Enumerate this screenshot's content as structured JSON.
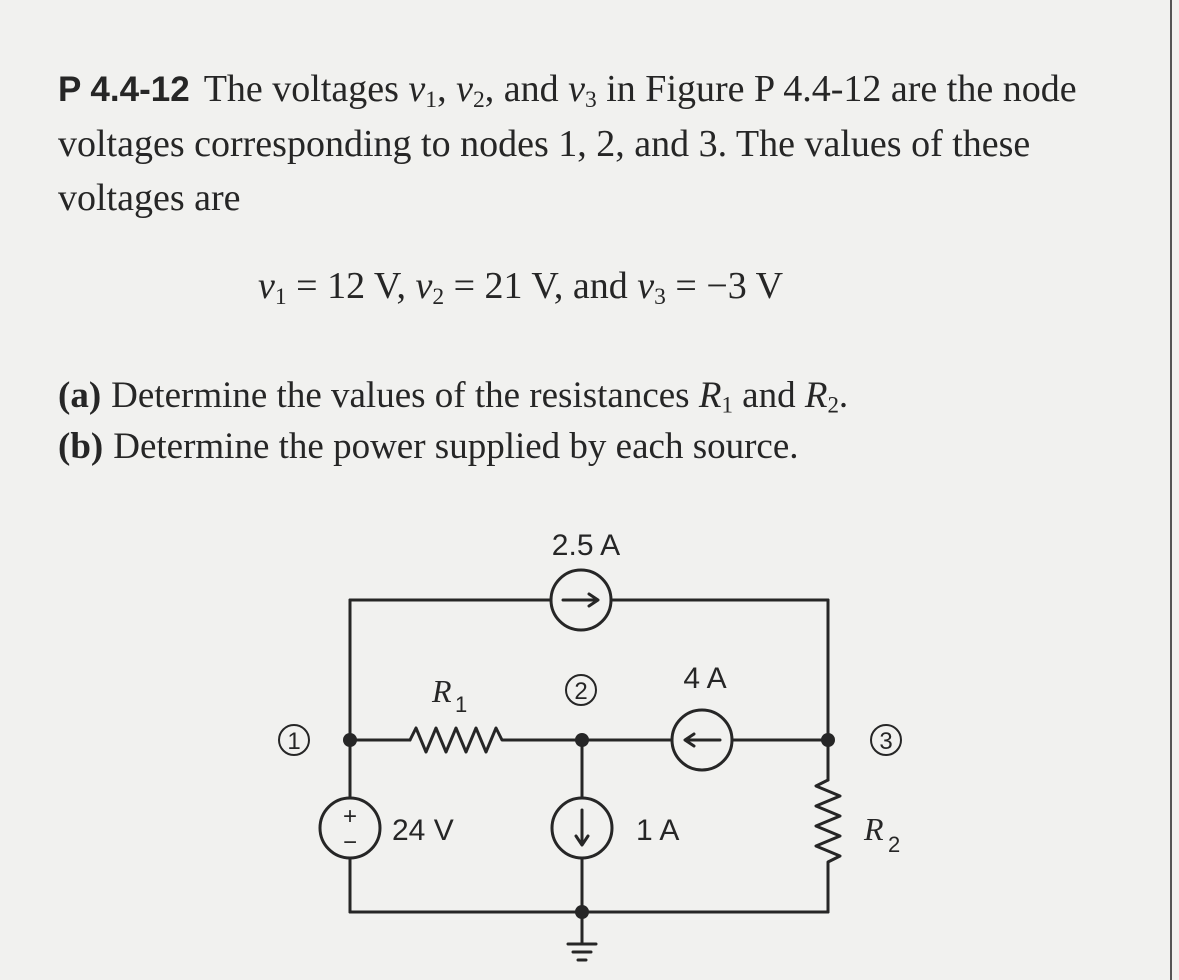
{
  "problem": {
    "id": "P 4.4-12",
    "intro_1": "The voltages ",
    "v1": "v",
    "v1_sub": "1",
    "sep_1": ", ",
    "v2": "v",
    "v2_sub": "2",
    "sep_2": ", and ",
    "v3": "v",
    "v3_sub": "3",
    "intro_2": " in Figure P 4.4-12 are the node voltages corresponding to nodes 1, 2, and 3. The values of these voltages are"
  },
  "equation": {
    "v1_sym": "v",
    "v1_sub": "1",
    "v1_rest": " = 12 V, ",
    "v2_sym": "v",
    "v2_sub": "2",
    "v2_rest": " = 21 V, and ",
    "v3_sym": "v",
    "v3_sub": "3",
    "v3_rest": " = −3 V"
  },
  "parts": {
    "a_label": "(a)",
    "a_text": "Determine the values of the resistances ",
    "a_r1": "R",
    "a_r1_sub": "1",
    "a_and": " and ",
    "a_r2": "R",
    "a_r2_sub": "2",
    "a_end": ".",
    "b_label": "(b)",
    "b_text": "Determine the power supplied by each source."
  },
  "circuit": {
    "top_source_label": "2.5 A",
    "mid_source_label": "4 A",
    "vs_label": "24 V",
    "down_source_label": "1 A",
    "r1_label": "R",
    "r1_sub": "1",
    "r2_label": "R",
    "r2_sub": "2",
    "node1": "1",
    "node2": "2",
    "node3": "3",
    "plus": "+",
    "minus": "−"
  }
}
